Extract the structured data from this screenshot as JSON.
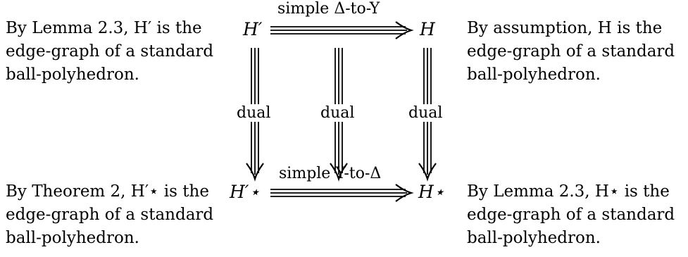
{
  "paragraphs": {
    "top_left": [
      "By Lemma 2.3, H′ is the",
      "edge-graph of a standard",
      "ball-polyhedron."
    ],
    "top_right": [
      "By assumption, H is the",
      "edge-graph of a standard",
      "ball-polyhedron."
    ],
    "bottom_left": [
      "By Theorem 2, H′⋆ is the",
      "edge-graph of a standard",
      "ball-polyhedron."
    ],
    "bottom_right": [
      "By Lemma 2.3, H⋆ is the",
      "edge-graph of a standard",
      "ball-polyhedron."
    ]
  },
  "nodes": {
    "h_prime": "H′",
    "h": "H",
    "h_prime_star": "H′⋆",
    "h_star": "H⋆"
  },
  "edges": {
    "top": "simple Δ-to-Y",
    "bottom": "simple Y-to-Δ",
    "left": "dual",
    "middle": "dual",
    "right": "dual"
  }
}
